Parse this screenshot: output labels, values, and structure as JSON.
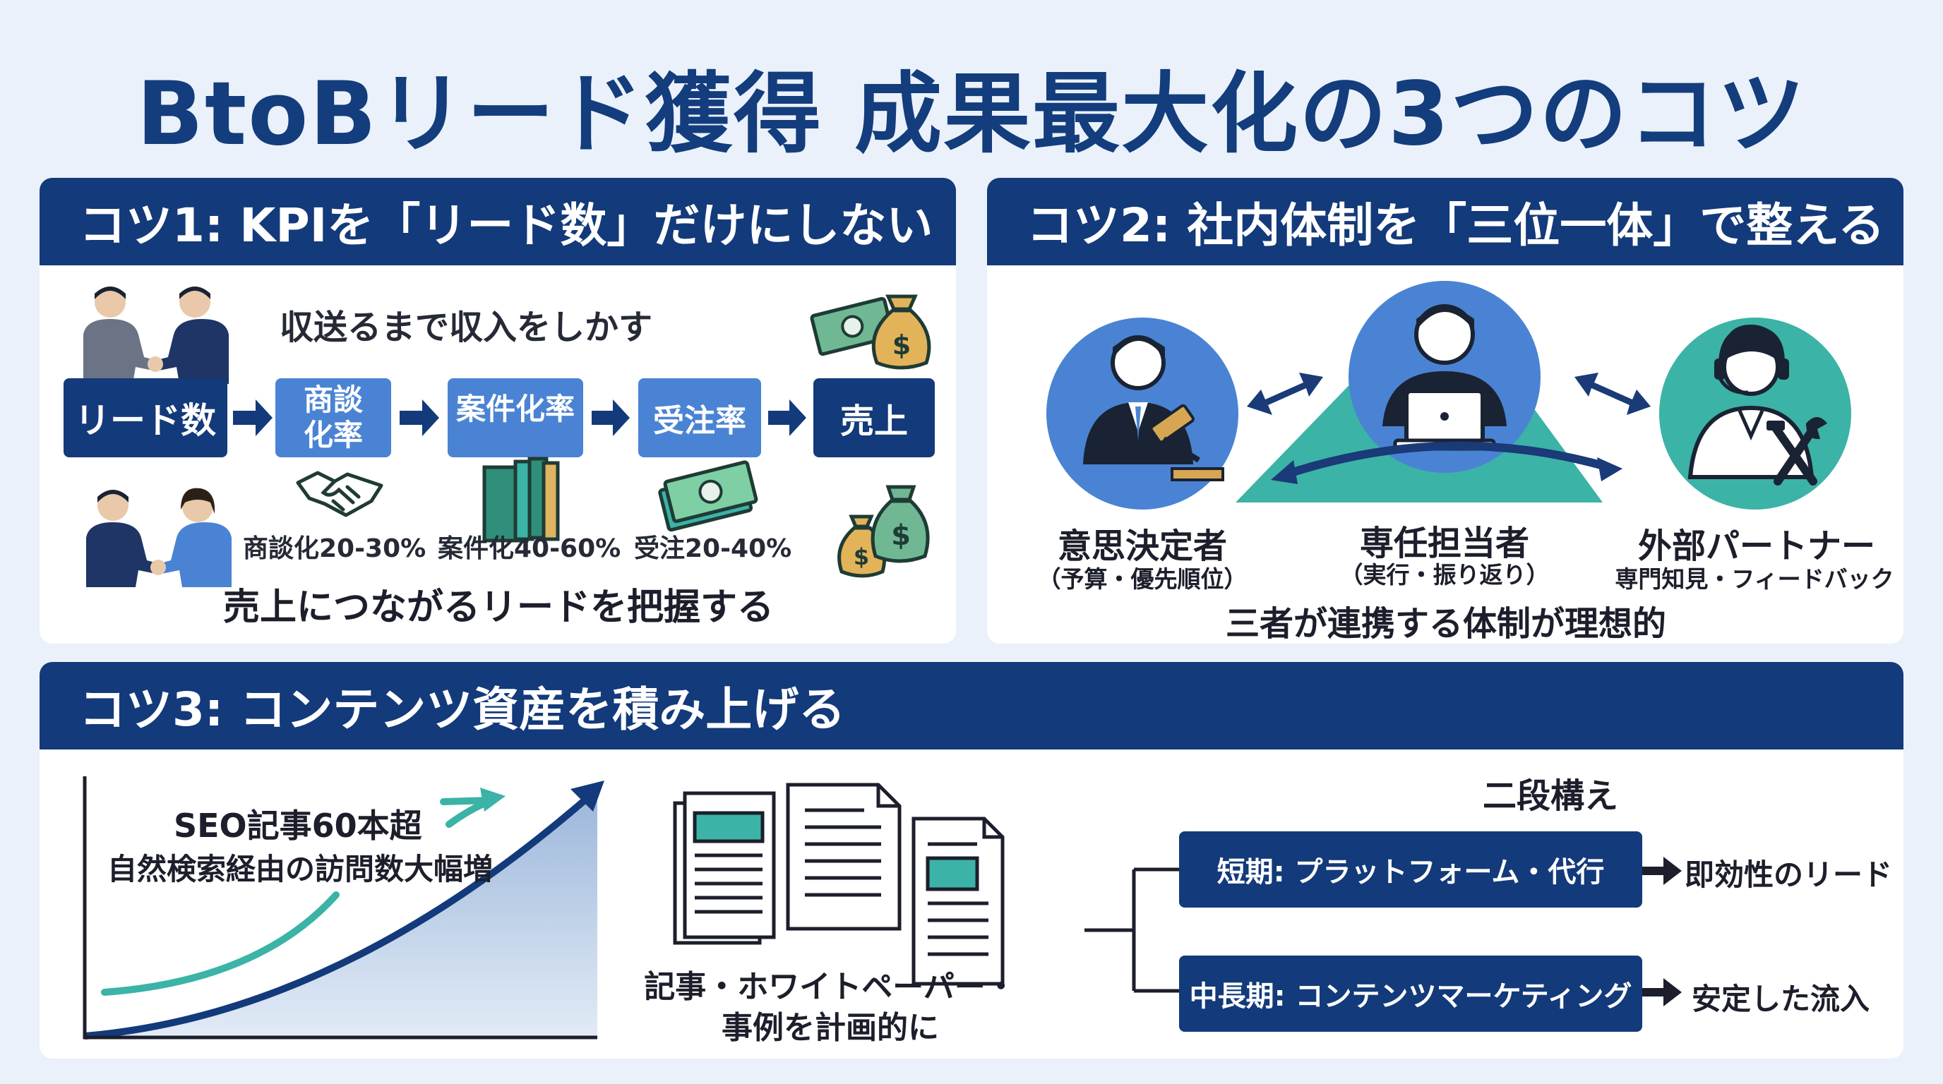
{
  "title": "BtoBリード獲得 成果最大化の3つのコツ",
  "tip1": {
    "heading": "コツ1: KPIを「リード数」だけにしない",
    "subtitle": "収送るまで収入をしかす",
    "steps": [
      "リード数",
      "商談化率",
      "案件化率",
      "受注率",
      "売上"
    ],
    "rates": [
      "商談化20-30%",
      "案件化40-60%",
      "受注20-40%"
    ],
    "footer": "売上につながるリードを把握する",
    "colors": {
      "dark": "#133a7a",
      "light": "#4a83d3"
    }
  },
  "tip2": {
    "heading": "コツ2: 社内体制を「三位一体」で整える",
    "roles": [
      {
        "name": "意思決定者",
        "sub": "（予算・優先順位）"
      },
      {
        "name": "専任担当者",
        "sub": "（実行・振り返り）"
      },
      {
        "name": "外部パートナー",
        "sub": "専門知見・フィードバック"
      }
    ],
    "footer": "三者が連携する体制が理想的",
    "colors": {
      "blue": "#4a83d3",
      "teal": "#3bb3a6"
    }
  },
  "tip3": {
    "heading": "コツ3: コンテンツ資産を積み上げる",
    "seo_title": "SEO記事60本超",
    "seo_sub": "自然検索経由の訪問数大幅増",
    "content_caption_1": "記事・ホワイトペーパー・",
    "content_caption_2": "事例を計画的に",
    "strategy_title": "二段構え",
    "short_term": "短期: プラットフォーム・代行",
    "short_result": "即効性のリード",
    "long_term": "中長期: コンテンツマーケティング",
    "long_result": "安定した流入"
  }
}
